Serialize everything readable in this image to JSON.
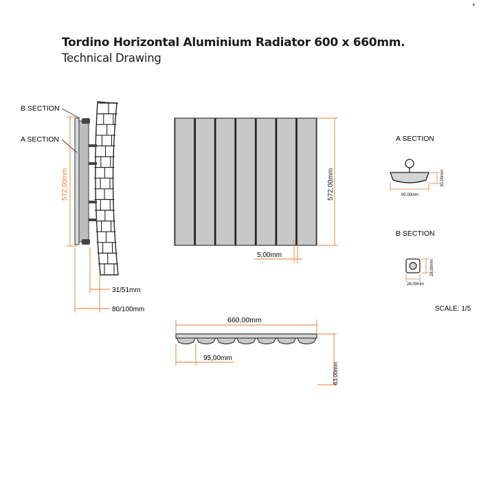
{
  "header": {
    "title": "Tordino Horizontal  Aluminium Radiator 600 x 660mm.",
    "subtitle": "Technical Drawing",
    "corner_mark": "+"
  },
  "side_view": {
    "b_section_label": "B SECTION",
    "a_section_label": "A SECTION",
    "height_dim": "572,00mm",
    "depth_dim_1": "31/51mm",
    "depth_dim_2": "80/100mm"
  },
  "front_view": {
    "height_dim": "572,00mm",
    "gap_dim": "5,00mm",
    "panel_count": 7
  },
  "a_section": {
    "label": "A SECTION",
    "width_dim": "90,00mm",
    "height_dim": "30,00mm"
  },
  "b_section": {
    "label": "B SECTION",
    "width_dim": "26,00mm",
    "height_dim": "28,00mm"
  },
  "scale": {
    "label": "SCALE: 1/5"
  },
  "plan_view": {
    "width_dim": "660,00mm",
    "pitch_dim": "95,00mm",
    "depth_dim": "63,00mm"
  },
  "colors": {
    "dimension": "#e07b2c",
    "panel_fill": "#c8c8c8",
    "line": "#2a2a2a"
  }
}
